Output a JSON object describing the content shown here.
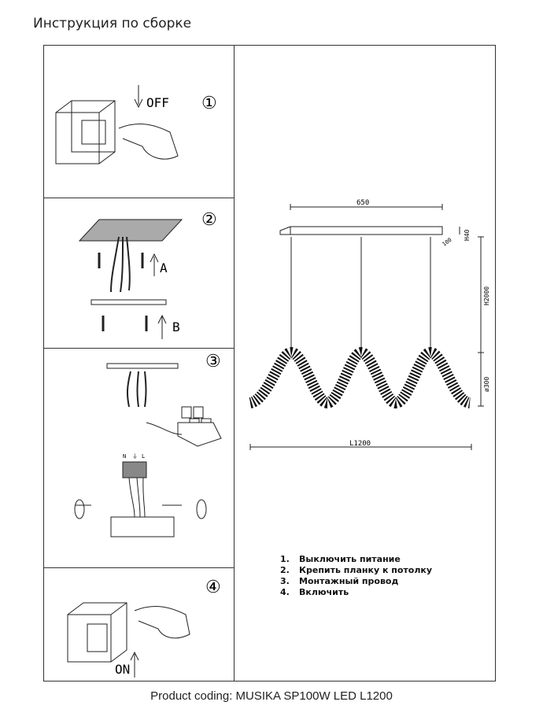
{
  "title": "Инструкция по сборке",
  "step_markers": [
    "①",
    "②",
    "③",
    "④"
  ],
  "panel1": {
    "label": "OFF"
  },
  "panel2": {
    "label_a": "A",
    "label_b": "B"
  },
  "panel3": {
    "terminal_labels": [
      "N",
      "⏚",
      "L"
    ]
  },
  "panel4": {
    "label": "ON"
  },
  "drawing": {
    "width_label": "650",
    "height_label": "H2000",
    "canopy_height_label": "H40",
    "canopy_depth_label": "100",
    "diameter_label": "ø300",
    "length_label": "L1200"
  },
  "steps": [
    {
      "num": "1.",
      "text": "Выключить питание"
    },
    {
      "num": "2.",
      "text": "Крепить планку к потолку"
    },
    {
      "num": "3.",
      "text": "Монтажный провод"
    },
    {
      "num": "4.",
      "text": "Включить"
    }
  ],
  "footer": "Product coding: MUSIKA SP100W LED L1200"
}
